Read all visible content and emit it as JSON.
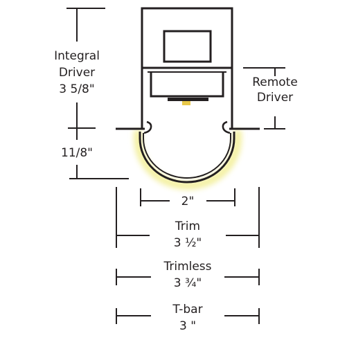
{
  "colors": {
    "line": "#231f20",
    "glow": "#f3ef9a",
    "led": "#e8c84a",
    "background": "#ffffff"
  },
  "labels": {
    "integral_line1": "Integral",
    "integral_line2": "Driver",
    "integral_line3": "3 5/8\"",
    "remote_line1": "Remote",
    "remote_line2": "Driver",
    "lens_height": "11/8\"",
    "width_2": "2\"",
    "trim_name": "Trim",
    "trim_value": "3 ½\"",
    "trimless_name": "Trimless",
    "trimless_value": "3 ¾\"",
    "tbar_name": "T-bar",
    "tbar_value": "3 \""
  }
}
